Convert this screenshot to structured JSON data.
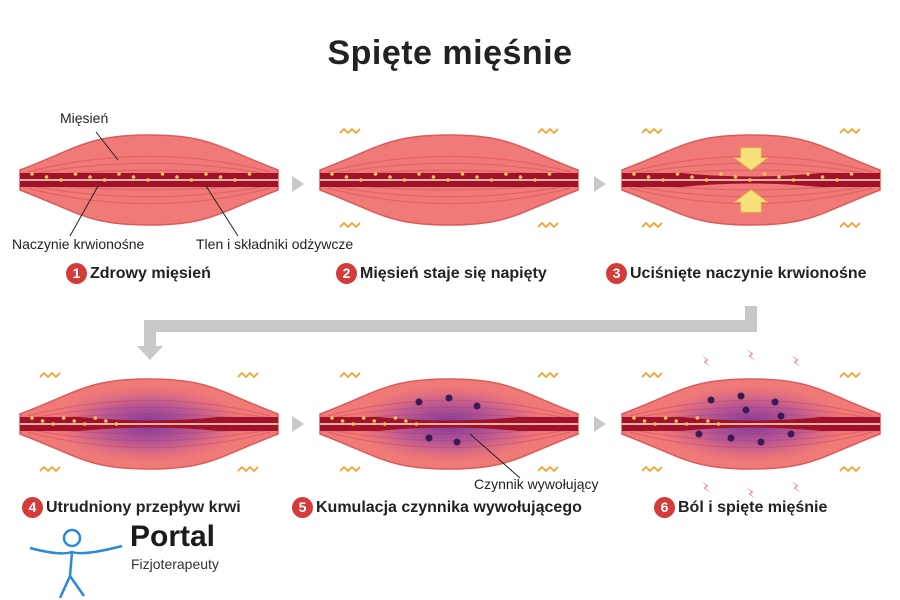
{
  "title": "Spięte mięśnie",
  "stages": [
    {
      "number": "1",
      "caption": "Zdrowy mięsień",
      "compression": 0,
      "factor_level": 0,
      "tension": false,
      "pain": false
    },
    {
      "number": "2",
      "caption": "Mięsień staje się napięty",
      "compression": 0,
      "factor_level": 0,
      "tension": true,
      "pain": false
    },
    {
      "number": "3",
      "caption": "Uciśnięte naczynie krwionośne",
      "compression": 1,
      "factor_level": 0,
      "tension": true,
      "pain": false
    },
    {
      "number": "4",
      "caption": "Utrudniony przepływ krwi",
      "compression": 1,
      "factor_level": 1,
      "tension": true,
      "pain": false
    },
    {
      "number": "5",
      "caption": "Kumulacja czynnika wywołującego",
      "compression": 1,
      "factor_level": 2,
      "tension": true,
      "pain": false
    },
    {
      "number": "6",
      "caption": "Ból i spięte mięśnie",
      "compression": 1,
      "factor_level": 3,
      "tension": true,
      "pain": true
    }
  ],
  "labels": {
    "muscle": "Mięsień",
    "vessel": "Naczynie krwionośne",
    "nutrients": "Tlen i składniki odżywcze",
    "factor": "Czynnik wywołujący"
  },
  "logo": {
    "title": "Portal",
    "subtitle": "Fizjoterapeuty"
  },
  "colors": {
    "muscle": "#f07a78",
    "muscle_dark": "#dd5a5a",
    "vessel": "#a0122a",
    "nutrient": "#f3c35a",
    "factor": "#3a1a55",
    "badge": "#d43b3b",
    "arrow_gray": "#c8c8c8",
    "compress_arrow": "#f6e27a",
    "tension_mark": "#f0a020",
    "pain_mark": "#e02020",
    "logo_blue": "#2a8ad8"
  }
}
